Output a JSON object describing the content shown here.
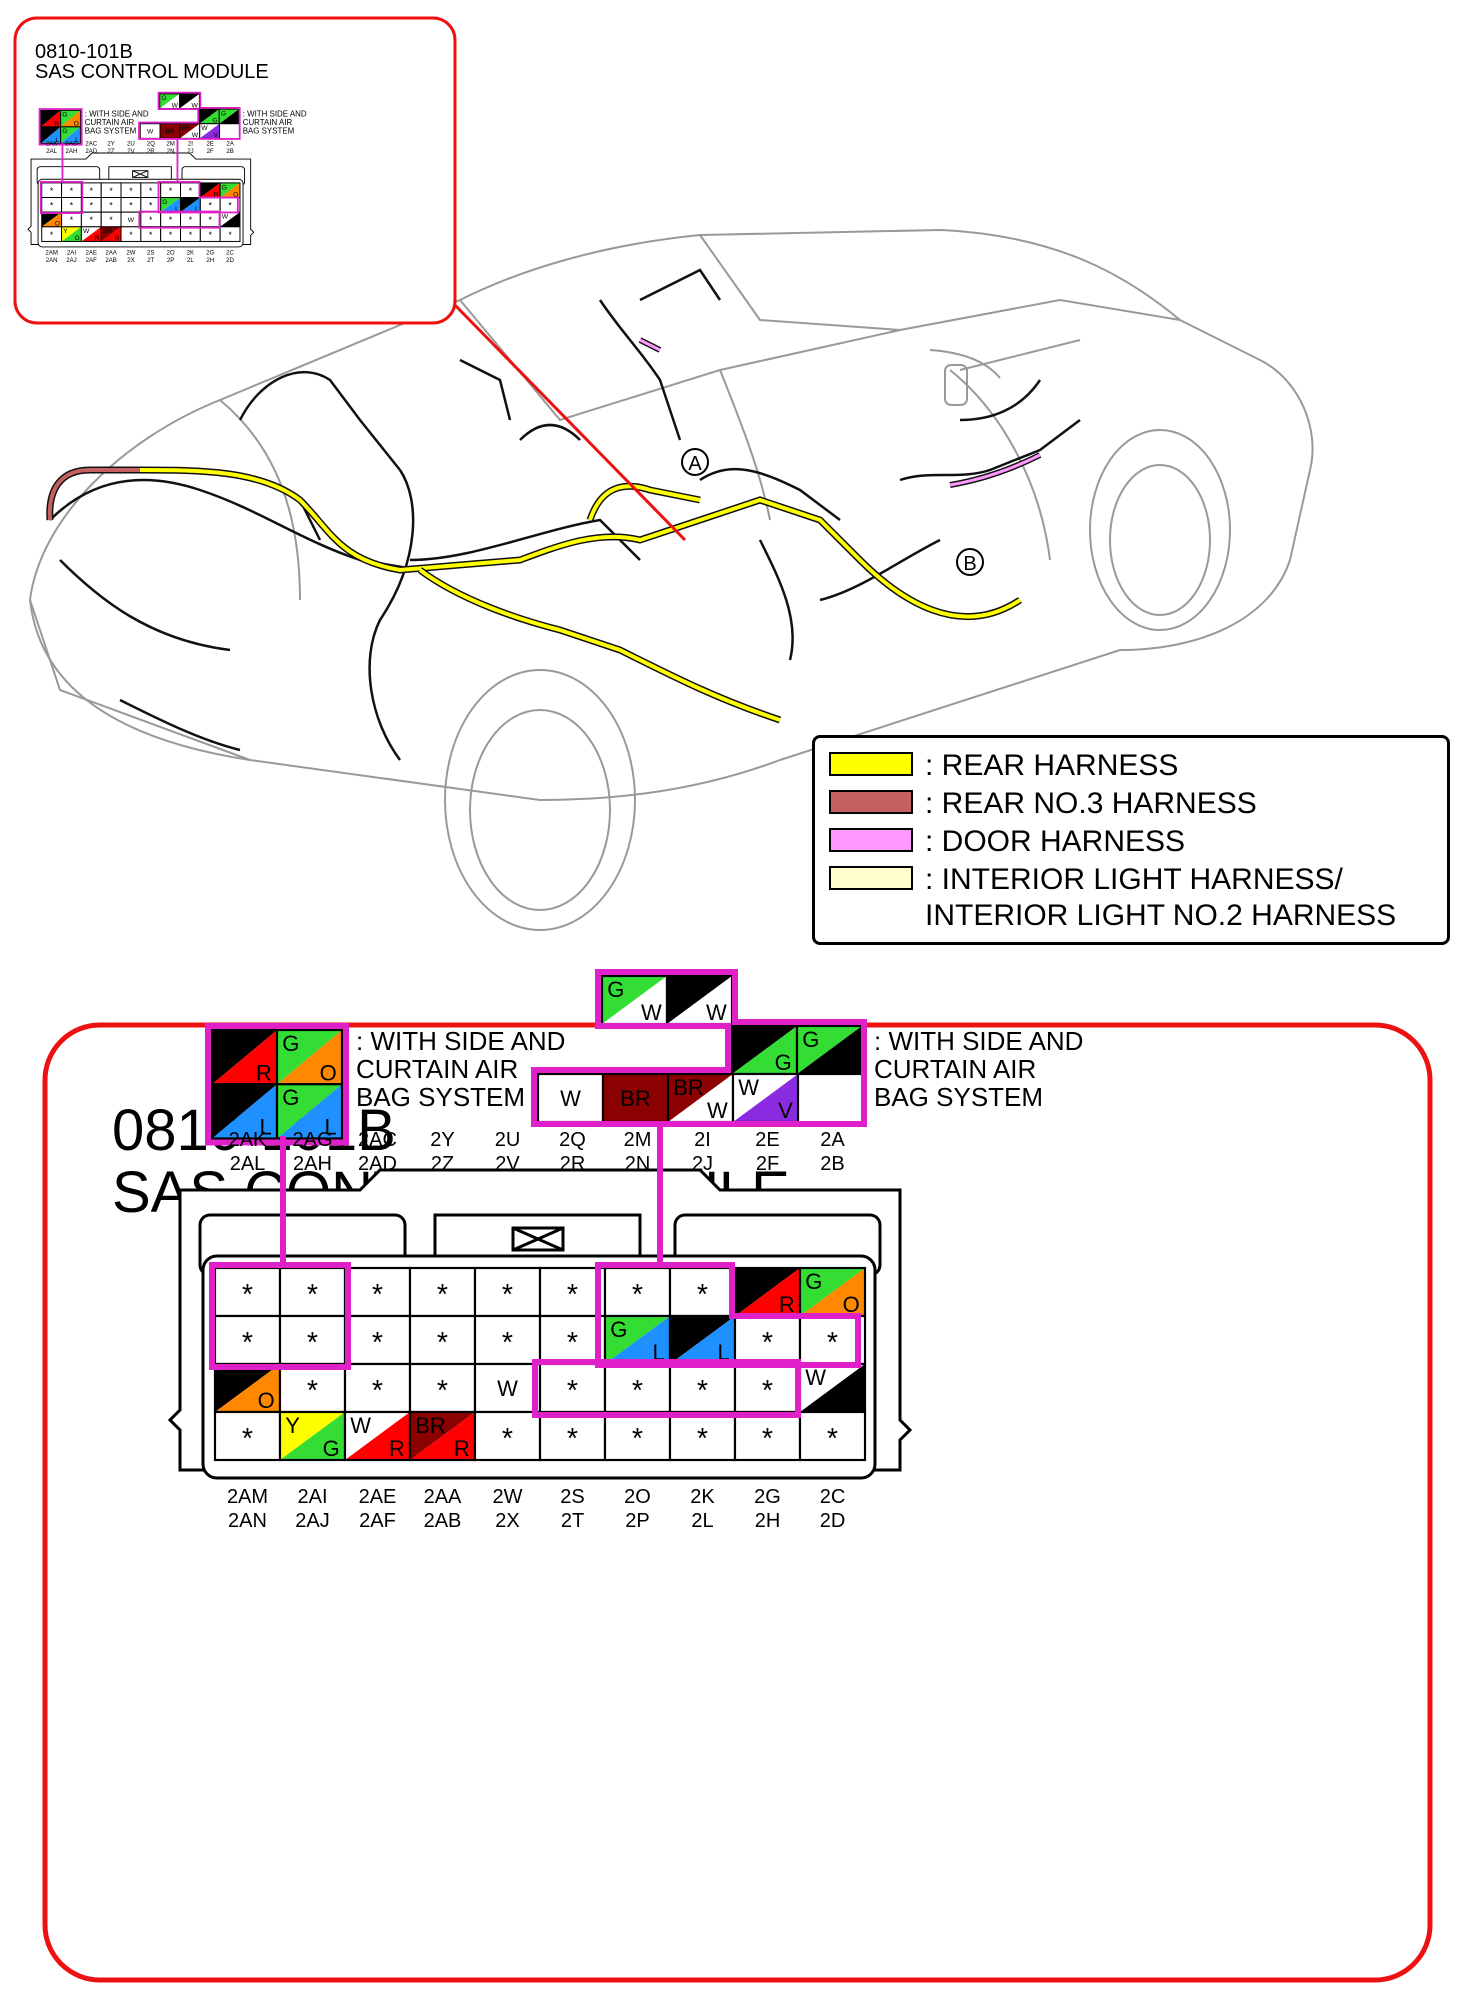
{
  "connector": {
    "code": "0810-101B",
    "name": "SAS CONTROL MODULE",
    "note_left": [
      ": WITH SIDE AND",
      "CURTAIN AIR",
      "BAG SYSTEM"
    ],
    "note_right": [
      ": WITH SIDE AND",
      "CURTAIN AIR",
      "BAG SYSTEM"
    ],
    "top_labels": [
      [
        "2AK",
        "2AL"
      ],
      [
        "2AG",
        "2AH"
      ],
      [
        "2AC",
        "2AD"
      ],
      [
        "2Y",
        "2Z"
      ],
      [
        "2U",
        "2V"
      ],
      [
        "2Q",
        "2R"
      ],
      [
        "2M",
        "2N"
      ],
      [
        "2I",
        "2J"
      ],
      [
        "2E",
        "2F"
      ],
      [
        "2A",
        "2B"
      ]
    ],
    "bottom_labels": [
      [
        "2AM",
        "2AN"
      ],
      [
        "2AI",
        "2AJ"
      ],
      [
        "2AE",
        "2AF"
      ],
      [
        "2AA",
        "2AB"
      ],
      [
        "2W",
        "2X"
      ],
      [
        "2S",
        "2T"
      ],
      [
        "2O",
        "2P"
      ],
      [
        "2K",
        "2L"
      ],
      [
        "2G",
        "2H"
      ],
      [
        "2C",
        "2D"
      ]
    ],
    "grid": [
      [
        {
          "s": "*"
        },
        {
          "s": "*"
        },
        {
          "s": "*"
        },
        {
          "s": "*"
        },
        {
          "s": "*"
        },
        {
          "s": "*"
        },
        {
          "s": "*"
        },
        {
          "s": "*"
        },
        {
          "a": "B",
          "b": "R"
        },
        {
          "a": "G",
          "b": "O"
        }
      ],
      [
        {
          "s": "*"
        },
        {
          "s": "*"
        },
        {
          "s": "*"
        },
        {
          "s": "*"
        },
        {
          "s": "*"
        },
        {
          "s": "*"
        },
        {
          "a": "G",
          "b": "L"
        },
        {
          "a": "B",
          "b": "L"
        },
        {
          "s": "*"
        },
        {
          "s": "*"
        }
      ],
      [
        {
          "a": "B",
          "b": "O"
        },
        {
          "s": "*"
        },
        {
          "s": "*"
        },
        {
          "s": "*"
        },
        {
          "s": "W"
        },
        {
          "s": "*"
        },
        {
          "s": "*"
        },
        {
          "s": "*"
        },
        {
          "s": "*"
        },
        {
          "a": "W",
          "b": "B"
        }
      ],
      [
        {
          "s": "*"
        },
        {
          "a": "Y",
          "b": "G"
        },
        {
          "a": "W",
          "b": "R"
        },
        {
          "a": "BR",
          "b": "R"
        },
        {
          "s": "*"
        },
        {
          "s": "*"
        },
        {
          "s": "*"
        },
        {
          "s": "*"
        },
        {
          "s": "*"
        },
        {
          "s": "*"
        }
      ]
    ],
    "left_option_pins": [
      [
        {
          "a": "B",
          "b": "R"
        },
        {
          "a": "G",
          "b": "O"
        }
      ],
      [
        {
          "a": "B",
          "b": "L"
        },
        {
          "a": "G",
          "b": "L"
        }
      ]
    ],
    "right_option_row1": [
      {
        "a": "G",
        "b": "W"
      },
      {
        "a": "B",
        "b": "W"
      }
    ],
    "right_option_row2": [
      {
        "a": "B",
        "b": "G"
      },
      {
        "a": "G",
        "b": "B"
      }
    ],
    "right_option_row3": [
      {
        "s": "W"
      },
      {
        "s": "BR"
      },
      {
        "a": "BR",
        "b": "W"
      },
      {
        "a": "W",
        "b": "V"
      }
    ]
  },
  "callouts": {
    "a": "A",
    "b": "B"
  },
  "legend": [
    {
      "label": ": REAR HARNESS",
      "color": "#ffff00"
    },
    {
      "label": ": REAR NO.3 HARNESS",
      "color": "#c46060"
    },
    {
      "label": ": DOOR HARNESS",
      "color": "#ff99ff"
    },
    {
      "label": ": INTERIOR LIGHT HARNESS/\nINTERIOR LIGHT NO.2 HARNESS",
      "color": "#ffffcc"
    }
  ],
  "wire_colors": {
    "B": "#000000",
    "R": "#ff0000",
    "G": "#33dd33",
    "O": "#ff8800",
    "L": "#1e90ff",
    "W": "#ffffff",
    "Y": "#ffff00",
    "BR": "#8b0000",
    "V": "#8a2be2"
  },
  "accent": {
    "frame": "#ee1111",
    "magenta": "#e020c8"
  }
}
